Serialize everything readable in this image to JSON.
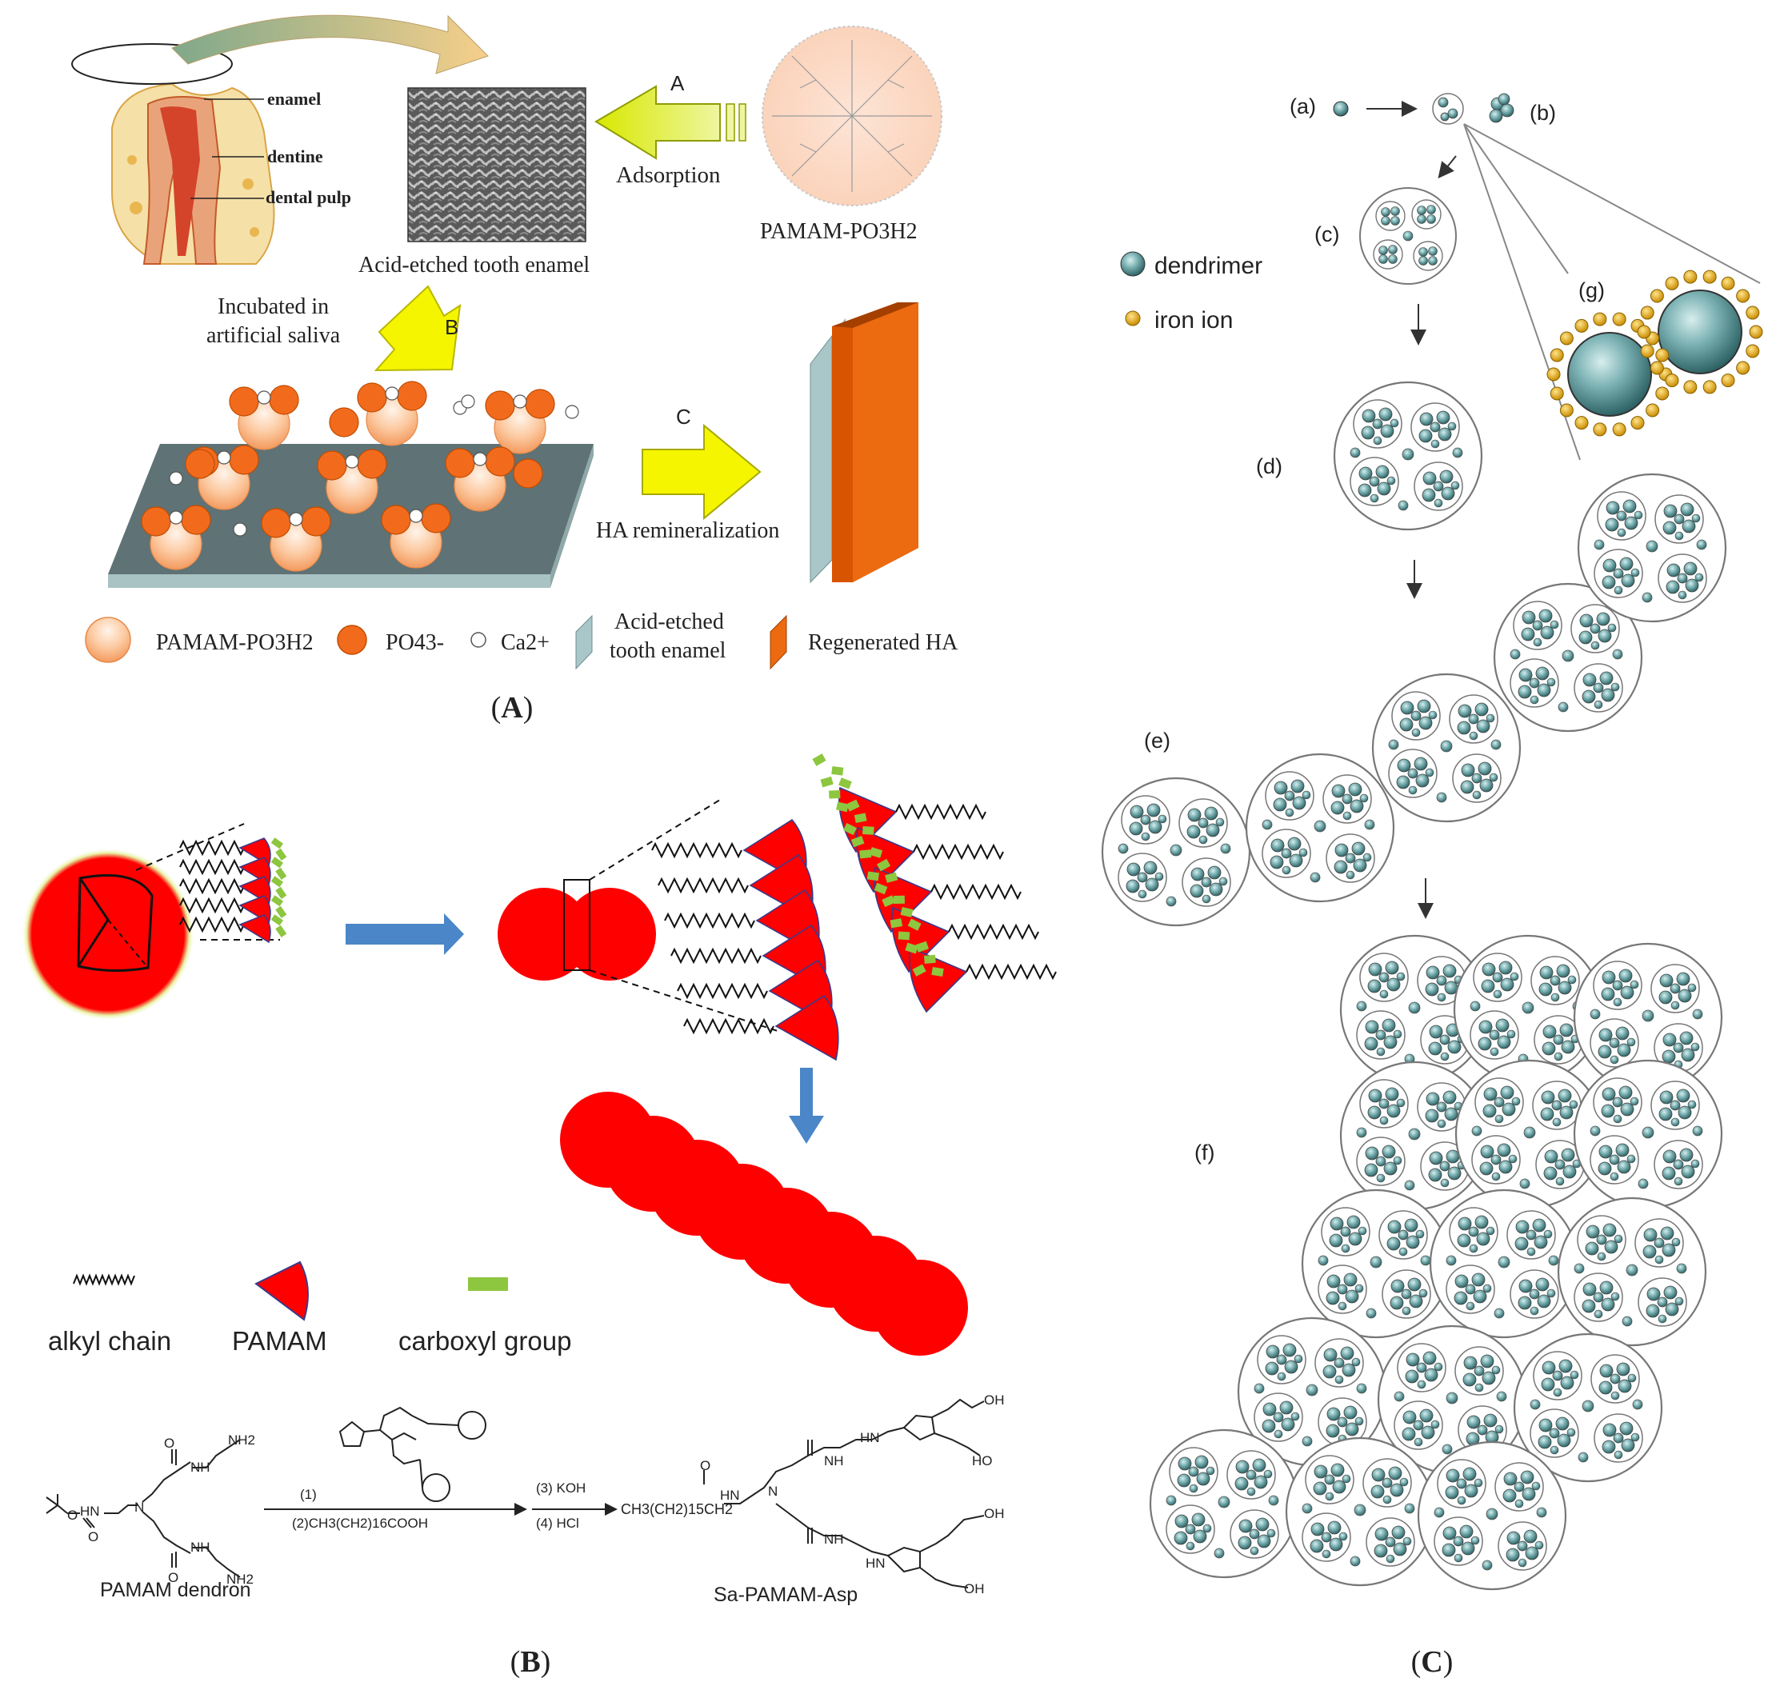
{
  "panelA": {
    "caption": "A",
    "labels": {
      "enamel": "enamel",
      "dentine": "dentine",
      "pulp": "dental pulp",
      "acid_enamel": "Acid-etched tooth enamel",
      "step_a": "A",
      "adsorption": "Adsorption",
      "dendrimer": "PAMAM-PO3H2",
      "incubated_1": "Incubated in",
      "incubated_2": "artificial saliva",
      "step_b": "B",
      "step_c": "C",
      "ha_remin": "HA remineralization"
    },
    "legend": {
      "pamam": "PAMAM-PO3H2",
      "po4": "PO43-",
      "ca": "Ca2+",
      "enamel_1": "Acid-etched",
      "enamel_2": "tooth enamel",
      "ha": "Regenerated HA"
    }
  },
  "panelB": {
    "caption": "B",
    "legend": {
      "alkyl": "alkyl chain",
      "pamam": "PAMAM",
      "carboxyl": "carboxyl group"
    },
    "scheme": {
      "reactant": "PAMAM dendron",
      "step1": "(1)",
      "step2": "(2)CH3(CH2)16COOH",
      "step3": "(3) KOH",
      "step4": "(4) HCl",
      "product": "Sa-PAMAM-Asp",
      "alkyl_group": "CH3(CH2)15CH2",
      "nh2": "NH2",
      "nh": "NH",
      "hn": "HN",
      "oh": "OH",
      "ho": "HO",
      "n": "N",
      "o": "O"
    }
  },
  "panelC": {
    "caption": "C",
    "labels": {
      "a": "(a)",
      "b": "(b)",
      "c": "(c)",
      "d": "(d)",
      "e": "(e)",
      "f": "(f)",
      "g": "(g)"
    },
    "legend": {
      "dendrimer": "dendrimer",
      "iron": "iron ion"
    }
  },
  "colors": {
    "red": "#ff0000",
    "green": "#8dc63f",
    "blue": "#4a86c8",
    "orange": "#f26b1d",
    "yellow": "#f5f500",
    "teal": "#5f9ea0",
    "gold": "#e8a818",
    "ha": "#d95400",
    "slab": "#5f7a7e"
  }
}
